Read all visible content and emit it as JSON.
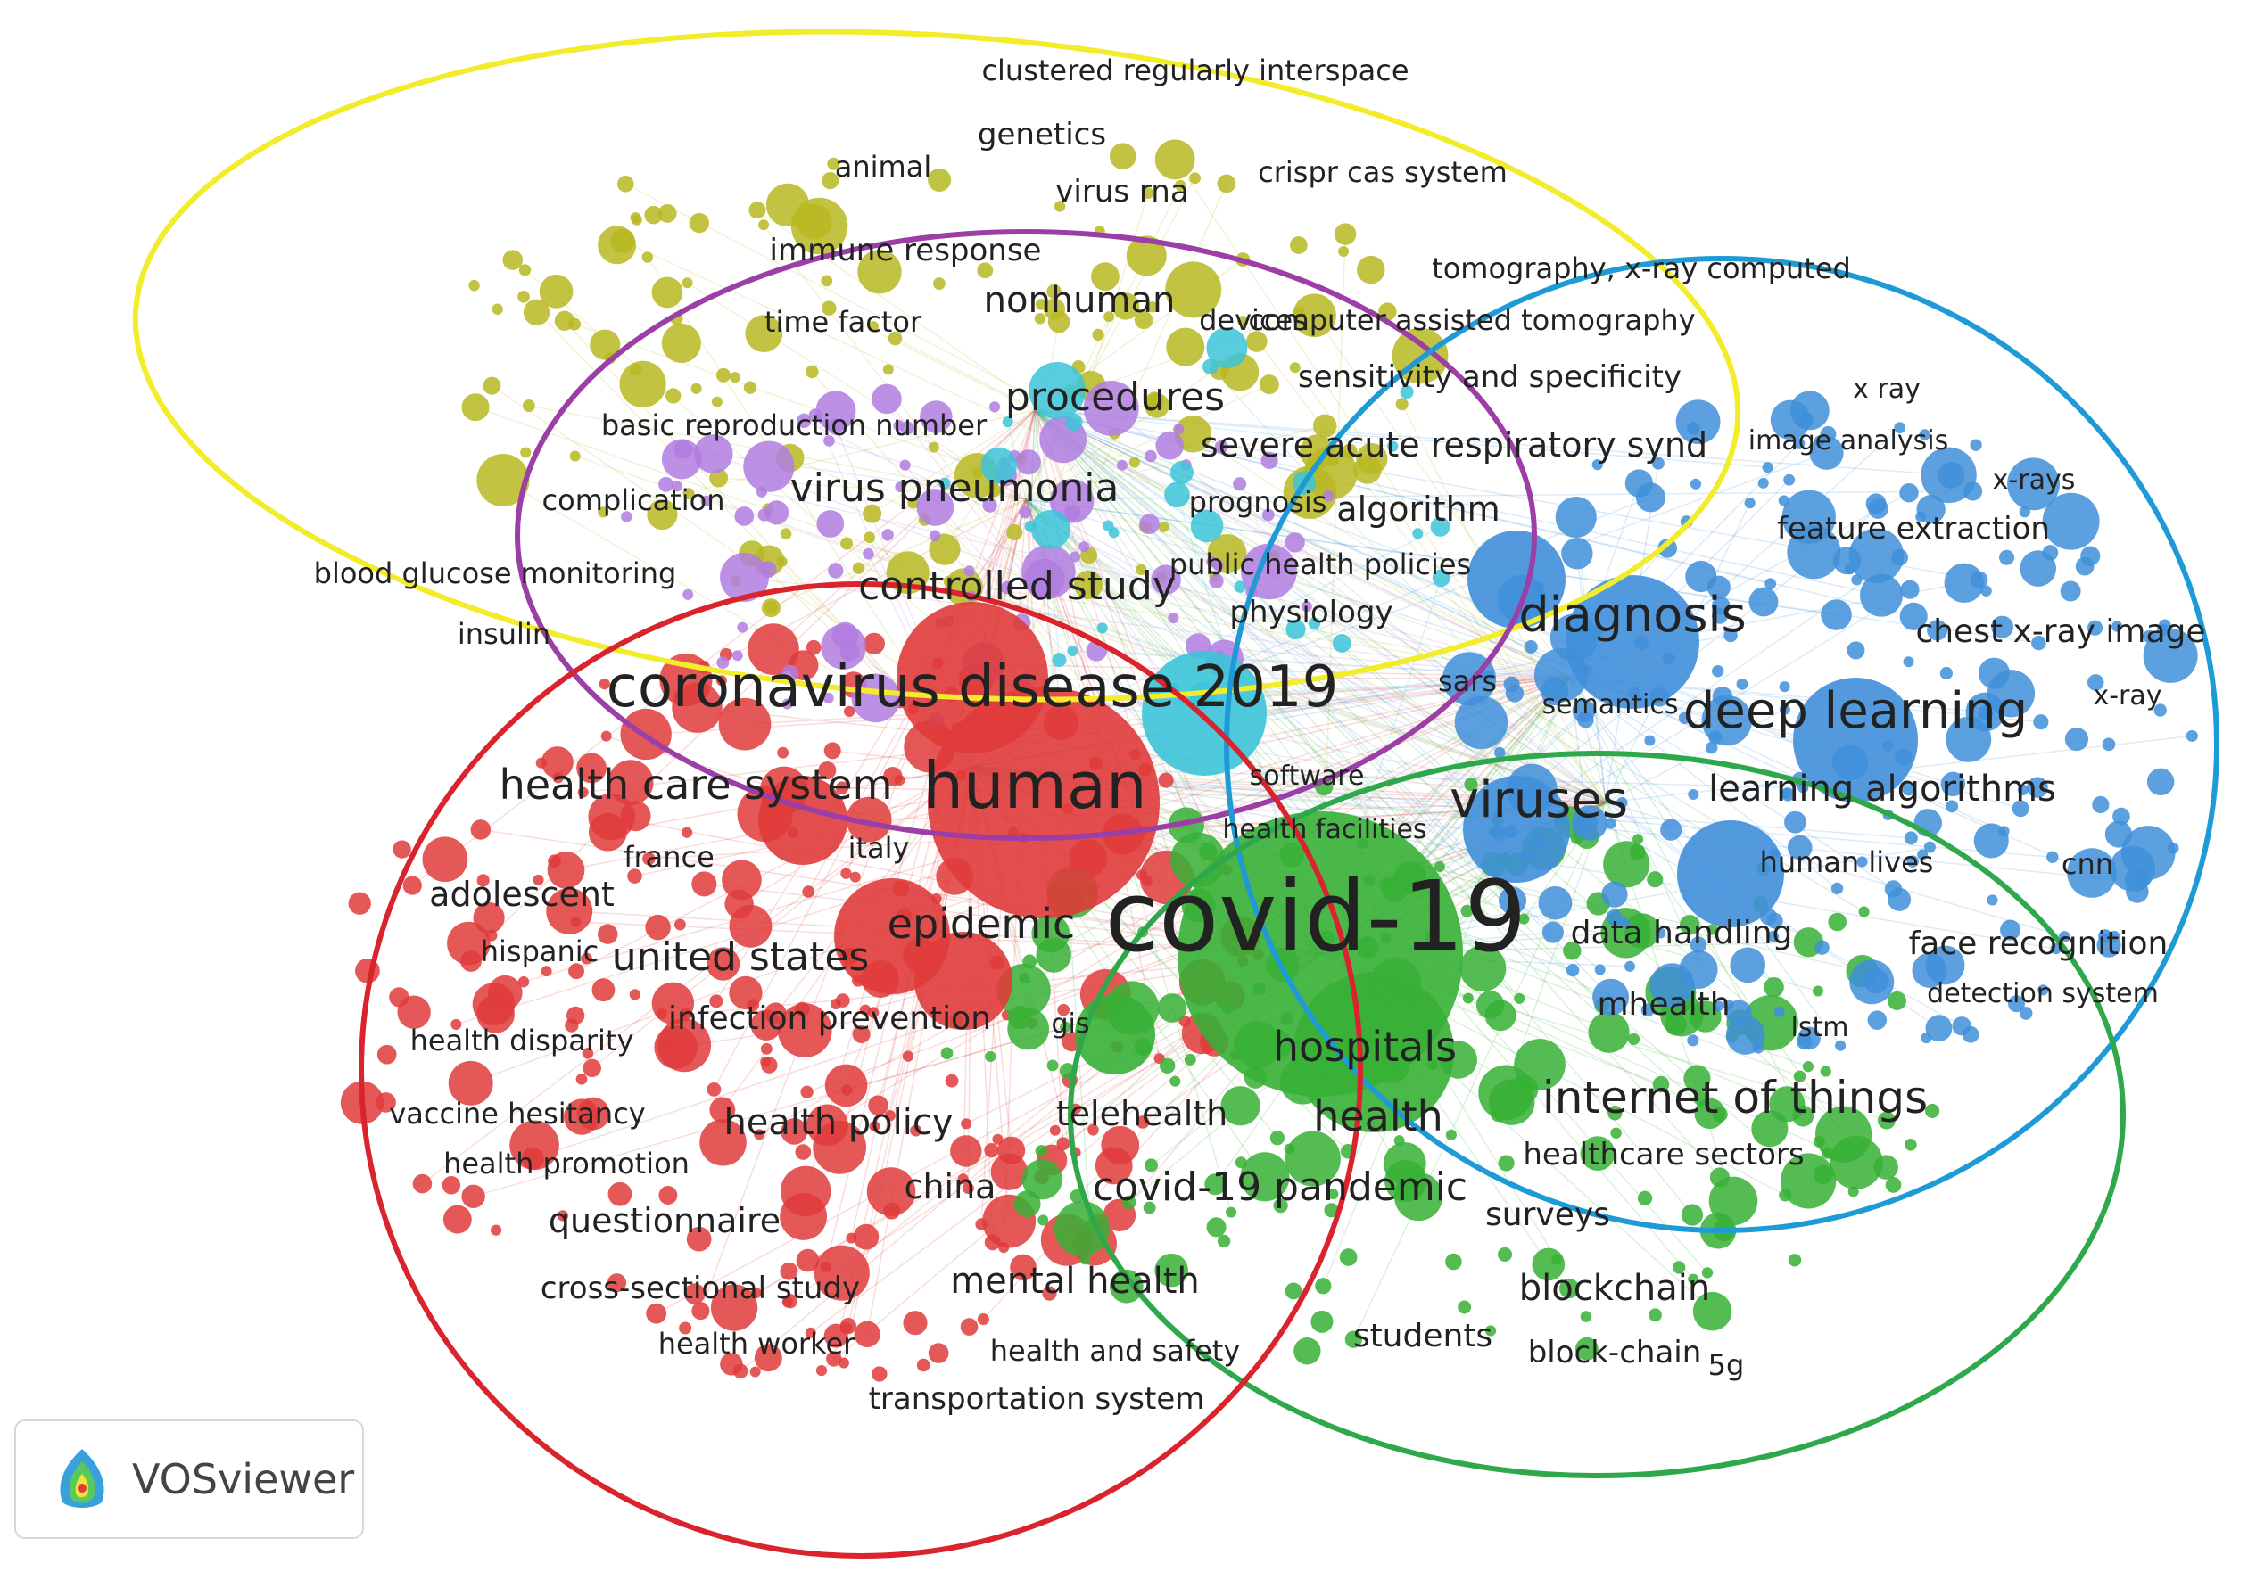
{
  "colors": {
    "red": "#e03b3b",
    "green": "#37b036",
    "blue": "#3f8fd9",
    "yellow": "#b8b822",
    "purple": "#b07ce0",
    "cyan": "#3cc4d8",
    "ellipse_red": "#d9242d",
    "ellipse_green": "#2ea84a",
    "ellipse_blue": "#1e9ad6",
    "ellipse_yellow": "#f2ec2a",
    "ellipse_purple": "#9b3fa6"
  },
  "terms": [
    {
      "text": "clustered regularly interspace",
      "cluster": "yellow",
      "size": 32
    },
    {
      "text": "genetics",
      "cluster": "yellow",
      "size": 34
    },
    {
      "text": "animal",
      "cluster": "yellow",
      "size": 32
    },
    {
      "text": "virus rna",
      "cluster": "cyan",
      "size": 34
    },
    {
      "text": "crispr cas system",
      "cluster": "yellow",
      "size": 32
    },
    {
      "text": "immune response",
      "cluster": "yellow",
      "size": 34
    },
    {
      "text": "tomography, x-ray computed",
      "cluster": "blue",
      "size": 32
    },
    {
      "text": "nonhuman",
      "cluster": "yellow",
      "size": 40
    },
    {
      "text": "time factor",
      "cluster": "yellow",
      "size": 32
    },
    {
      "text": "devices",
      "cluster": "yellow",
      "size": 32
    },
    {
      "text": "computer assisted tomography",
      "cluster": "blue",
      "size": 32
    },
    {
      "text": "sensitivity and specificity",
      "cluster": "cyan",
      "size": 34
    },
    {
      "text": "x ray",
      "cluster": "blue",
      "size": 30
    },
    {
      "text": "procedures",
      "cluster": "yellow",
      "size": 44
    },
    {
      "text": "basic reproduction number",
      "cluster": "purple",
      "size": 32
    },
    {
      "text": "severe acute respiratory synd",
      "cluster": "cyan",
      "size": 38
    },
    {
      "text": "image analysis",
      "cluster": "blue",
      "size": 30
    },
    {
      "text": "x-rays",
      "cluster": "blue",
      "size": 30
    },
    {
      "text": "complication",
      "cluster": "yellow",
      "size": 32
    },
    {
      "text": "virus pneumonia",
      "cluster": "yellow",
      "size": 44
    },
    {
      "text": "prognosis",
      "cluster": "purple",
      "size": 32
    },
    {
      "text": "algorithm",
      "cluster": "blue",
      "size": 38
    },
    {
      "text": "feature extraction",
      "cluster": "blue",
      "size": 34
    },
    {
      "text": "blood glucose monitoring",
      "cluster": "yellow",
      "size": 32
    },
    {
      "text": "public health policies",
      "cluster": "purple",
      "size": 32
    },
    {
      "text": "controlled study",
      "cluster": "yellow",
      "size": 44
    },
    {
      "text": "diagnosis",
      "cluster": "blue",
      "size": 54
    },
    {
      "text": "physiology",
      "cluster": "purple",
      "size": 34
    },
    {
      "text": "chest x-ray image",
      "cluster": "blue",
      "size": 36
    },
    {
      "text": "insulin",
      "cluster": "yellow",
      "size": 32
    },
    {
      "text": "sars",
      "cluster": "cyan",
      "size": 32
    },
    {
      "text": "coronavirus disease 2019",
      "cluster": "red",
      "size": 64
    },
    {
      "text": "semantics",
      "cluster": "blue",
      "size": 30
    },
    {
      "text": "x-ray",
      "cluster": "blue",
      "size": 30
    },
    {
      "text": "deep learning",
      "cluster": "blue",
      "size": 56
    },
    {
      "text": "software",
      "cluster": "purple",
      "size": 30
    },
    {
      "text": "health care system",
      "cluster": "red",
      "size": 46
    },
    {
      "text": "human",
      "cluster": "red",
      "size": 72
    },
    {
      "text": "viruses",
      "cluster": "blue",
      "size": 56
    },
    {
      "text": "learning algorithms",
      "cluster": "blue",
      "size": 40
    },
    {
      "text": "health facilities",
      "cluster": "green",
      "size": 30
    },
    {
      "text": "italy",
      "cluster": "red",
      "size": 32
    },
    {
      "text": "france",
      "cluster": "red",
      "size": 32
    },
    {
      "text": "human lives",
      "cluster": "blue",
      "size": 32
    },
    {
      "text": "cnn",
      "cluster": "blue",
      "size": 32
    },
    {
      "text": "adolescent",
      "cluster": "red",
      "size": 38
    },
    {
      "text": "epidemic",
      "cluster": "red",
      "size": 46
    },
    {
      "text": "covid-19",
      "cluster": "green",
      "size": 110
    },
    {
      "text": "data handling",
      "cluster": "green",
      "size": 36
    },
    {
      "text": "face recognition",
      "cluster": "blue",
      "size": 36
    },
    {
      "text": "hispanic",
      "cluster": "red",
      "size": 32
    },
    {
      "text": "united states",
      "cluster": "red",
      "size": 44
    },
    {
      "text": "detection system",
      "cluster": "blue",
      "size": 30
    },
    {
      "text": "mhealth",
      "cluster": "green",
      "size": 36
    },
    {
      "text": "infection prevention",
      "cluster": "red",
      "size": 36
    },
    {
      "text": "gis",
      "cluster": "purple",
      "size": 30
    },
    {
      "text": "lstm",
      "cluster": "blue",
      "size": 30
    },
    {
      "text": "health disparity",
      "cluster": "red",
      "size": 32
    },
    {
      "text": "hospitals",
      "cluster": "green",
      "size": 46
    },
    {
      "text": "internet of things",
      "cluster": "green",
      "size": 50
    },
    {
      "text": "vaccine hesitancy",
      "cluster": "red",
      "size": 32
    },
    {
      "text": "health policy",
      "cluster": "red",
      "size": 40
    },
    {
      "text": "telehealth",
      "cluster": "red",
      "size": 38
    },
    {
      "text": "health",
      "cluster": "green",
      "size": 46
    },
    {
      "text": "health promotion",
      "cluster": "red",
      "size": 32
    },
    {
      "text": "healthcare sectors",
      "cluster": "green",
      "size": 34
    },
    {
      "text": "china",
      "cluster": "red",
      "size": 38
    },
    {
      "text": "covid-19 pandemic",
      "cluster": "green",
      "size": 44
    },
    {
      "text": "surveys",
      "cluster": "green",
      "size": 36
    },
    {
      "text": "questionnaire",
      "cluster": "red",
      "size": 38
    },
    {
      "text": "cross-sectional study",
      "cluster": "red",
      "size": 34
    },
    {
      "text": "mental health",
      "cluster": "red",
      "size": 40
    },
    {
      "text": "blockchain",
      "cluster": "green",
      "size": 40
    },
    {
      "text": "health worker",
      "cluster": "red",
      "size": 32
    },
    {
      "text": "health and safety",
      "cluster": "red",
      "size": 32
    },
    {
      "text": "students",
      "cluster": "green",
      "size": 36
    },
    {
      "text": "block-chain",
      "cluster": "green",
      "size": 34
    },
    {
      "text": "5g",
      "cluster": "green",
      "size": 32
    },
    {
      "text": "transportation system",
      "cluster": "red",
      "size": 34
    }
  ],
  "watermark": {
    "label": "VOSviewer",
    "icon": "vosviewer-logo-icon"
  }
}
